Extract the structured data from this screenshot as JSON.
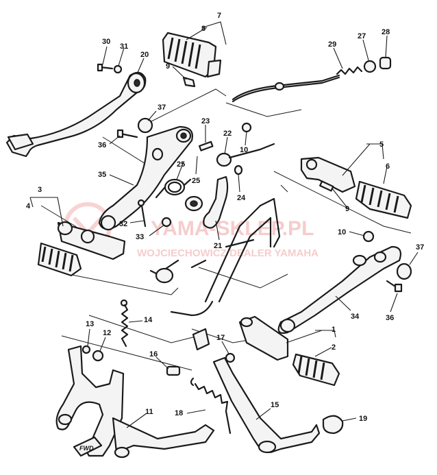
{
  "watermark": {
    "line1": "YAMA-SKLEP.PL",
    "line2": "WOJCIECHOWICZ DEALER YAMAHA",
    "color": "#e86e6e"
  },
  "fwd_label": "FWD",
  "callouts": [
    "30",
    "31",
    "20",
    "7",
    "8",
    "9",
    "29",
    "27",
    "28",
    "37",
    "23",
    "22",
    "10",
    "36",
    "25",
    "25",
    "35",
    "3",
    "4",
    "24",
    "32",
    "33",
    "21",
    "5",
    "6",
    "9",
    "10",
    "37",
    "34",
    "36",
    "13",
    "12",
    "14",
    "1",
    "2",
    "16",
    "17",
    "11",
    "18",
    "15",
    "19"
  ]
}
